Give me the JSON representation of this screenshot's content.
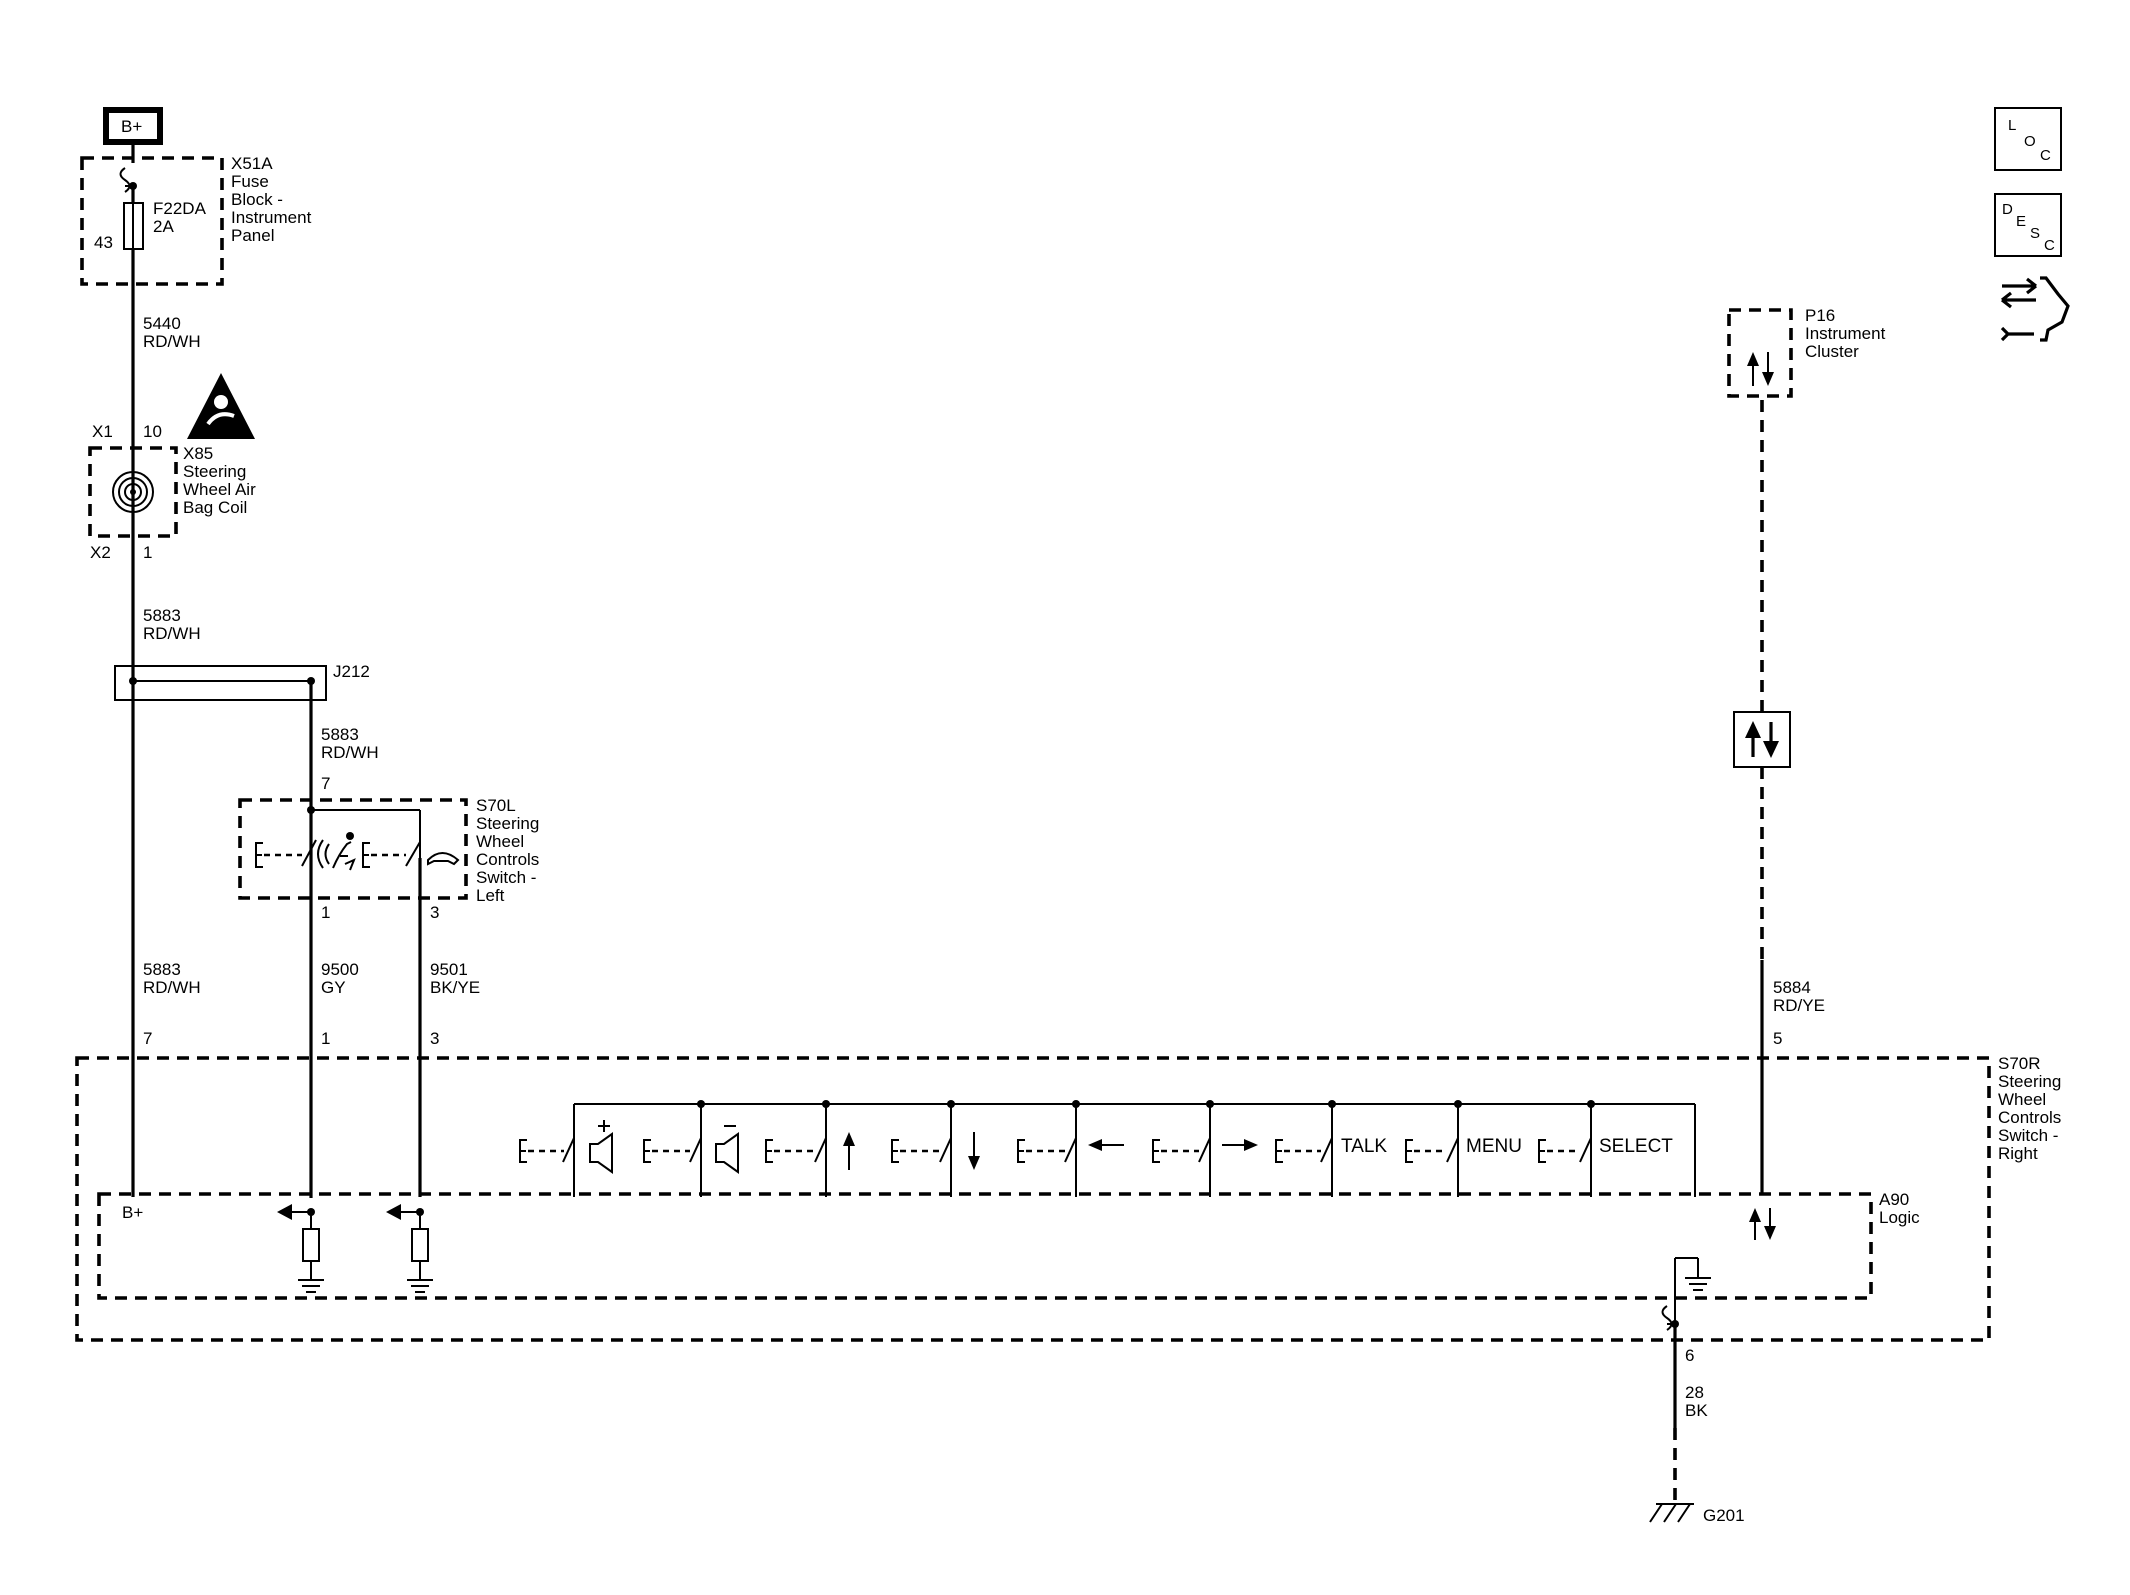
{
  "power": {
    "label": "B+"
  },
  "fuse_block": {
    "id": "X51A",
    "name_lines": [
      "Fuse",
      "Block -",
      "Instrument",
      "Panel"
    ],
    "fuse_id": "F22DA",
    "fuse_rating": "2A",
    "pin": "43"
  },
  "wire_5440": {
    "circuit": "5440",
    "color": "RD/WH"
  },
  "air_bag_coil": {
    "id": "X85",
    "name_lines": [
      "Steering",
      "Wheel Air",
      "Bag Coil"
    ],
    "conn_top": "X1",
    "pin_top": "10",
    "conn_bottom": "X2",
    "pin_bottom": "1"
  },
  "wire_5883_a": {
    "circuit": "5883",
    "color": "RD/WH"
  },
  "splice": {
    "id": "J212"
  },
  "wire_5883_b": {
    "circuit": "5883",
    "color": "RD/WH",
    "pin": "7"
  },
  "left_switch": {
    "id": "S70L",
    "name_lines": [
      "Steering",
      "Wheel",
      "Controls",
      "Switch -",
      "Left"
    ],
    "pin_1": "1",
    "pin_3": "3"
  },
  "wires_lower": [
    {
      "circuit": "5883",
      "color": "RD/WH",
      "pin": "7"
    },
    {
      "circuit": "9500",
      "color": "GY",
      "pin": "1"
    },
    {
      "circuit": "9501",
      "color": "BK/YE",
      "pin": "3"
    }
  ],
  "instrument_cluster": {
    "id": "P16",
    "name_lines": [
      "Instrument",
      "Cluster"
    ]
  },
  "wire_5884": {
    "circuit": "5884",
    "color": "RD/YE",
    "pin": "5"
  },
  "right_switch": {
    "id": "S70R",
    "name_lines": [
      "Steering",
      "Wheel",
      "Controls",
      "Switch -",
      "Right"
    ],
    "buttons": [
      "TALK",
      "MENU",
      "SELECT"
    ]
  },
  "logic": {
    "id": "A90",
    "name": "Logic",
    "supply_label": "B+"
  },
  "ground": {
    "pin": "6",
    "circuit": "28",
    "color": "BK",
    "id": "G201"
  },
  "side_icons": {
    "loc_letters": [
      "L",
      "O",
      "C"
    ],
    "desc_letters": [
      "D",
      "E",
      "S",
      "C"
    ],
    "icon_names": [
      "location-icon",
      "description-icon",
      "diagnostic-connector-icon"
    ]
  },
  "icon_names": [
    "air-bag-warning-icon",
    "coil-icon",
    "voice-recognition-icon",
    "phone-hang-up-icon",
    "volume-up-icon",
    "volume-down-icon",
    "arrow-up-icon",
    "arrow-down-icon",
    "arrow-left-icon",
    "arrow-right-icon",
    "serial-data-icon",
    "chassis-ground-icon",
    "fuse-icon"
  ]
}
